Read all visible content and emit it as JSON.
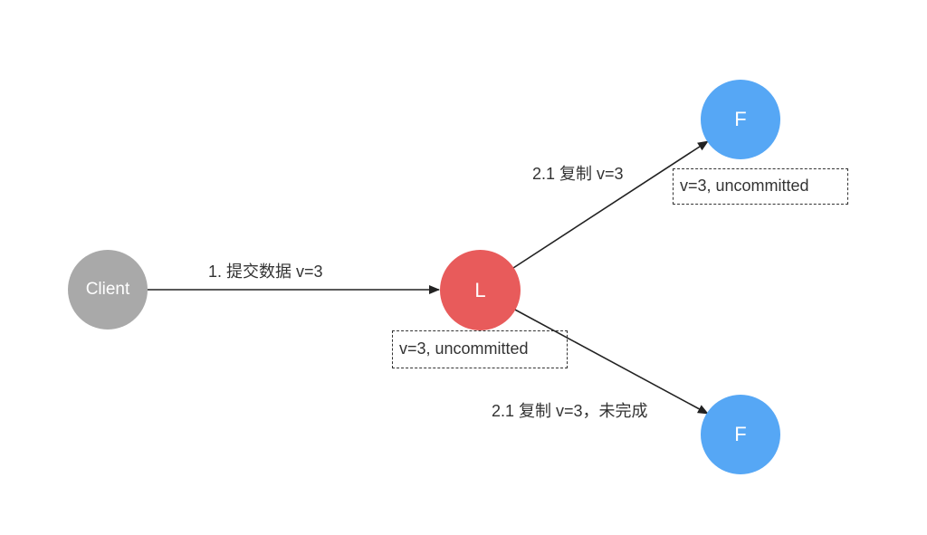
{
  "nodes": {
    "client": {
      "label": "Client",
      "color": "#a9a9a9"
    },
    "leader": {
      "label": "L",
      "color": "#e85b5b"
    },
    "follower_top": {
      "label": "F",
      "color": "#56a7f5"
    },
    "follower_bottom": {
      "label": "F",
      "color": "#56a7f5"
    }
  },
  "edges": {
    "client_to_leader": "1. 提交数据 v=3",
    "leader_to_follower_top": "2.1 复制 v=3",
    "leader_to_follower_bottom": "2.1 复制 v=3，未完成"
  },
  "states": {
    "leader": "v=3, uncommitted",
    "follower_top": "v=3, uncommitted"
  },
  "colors": {
    "arrow": "#222222",
    "text": "#333333"
  }
}
